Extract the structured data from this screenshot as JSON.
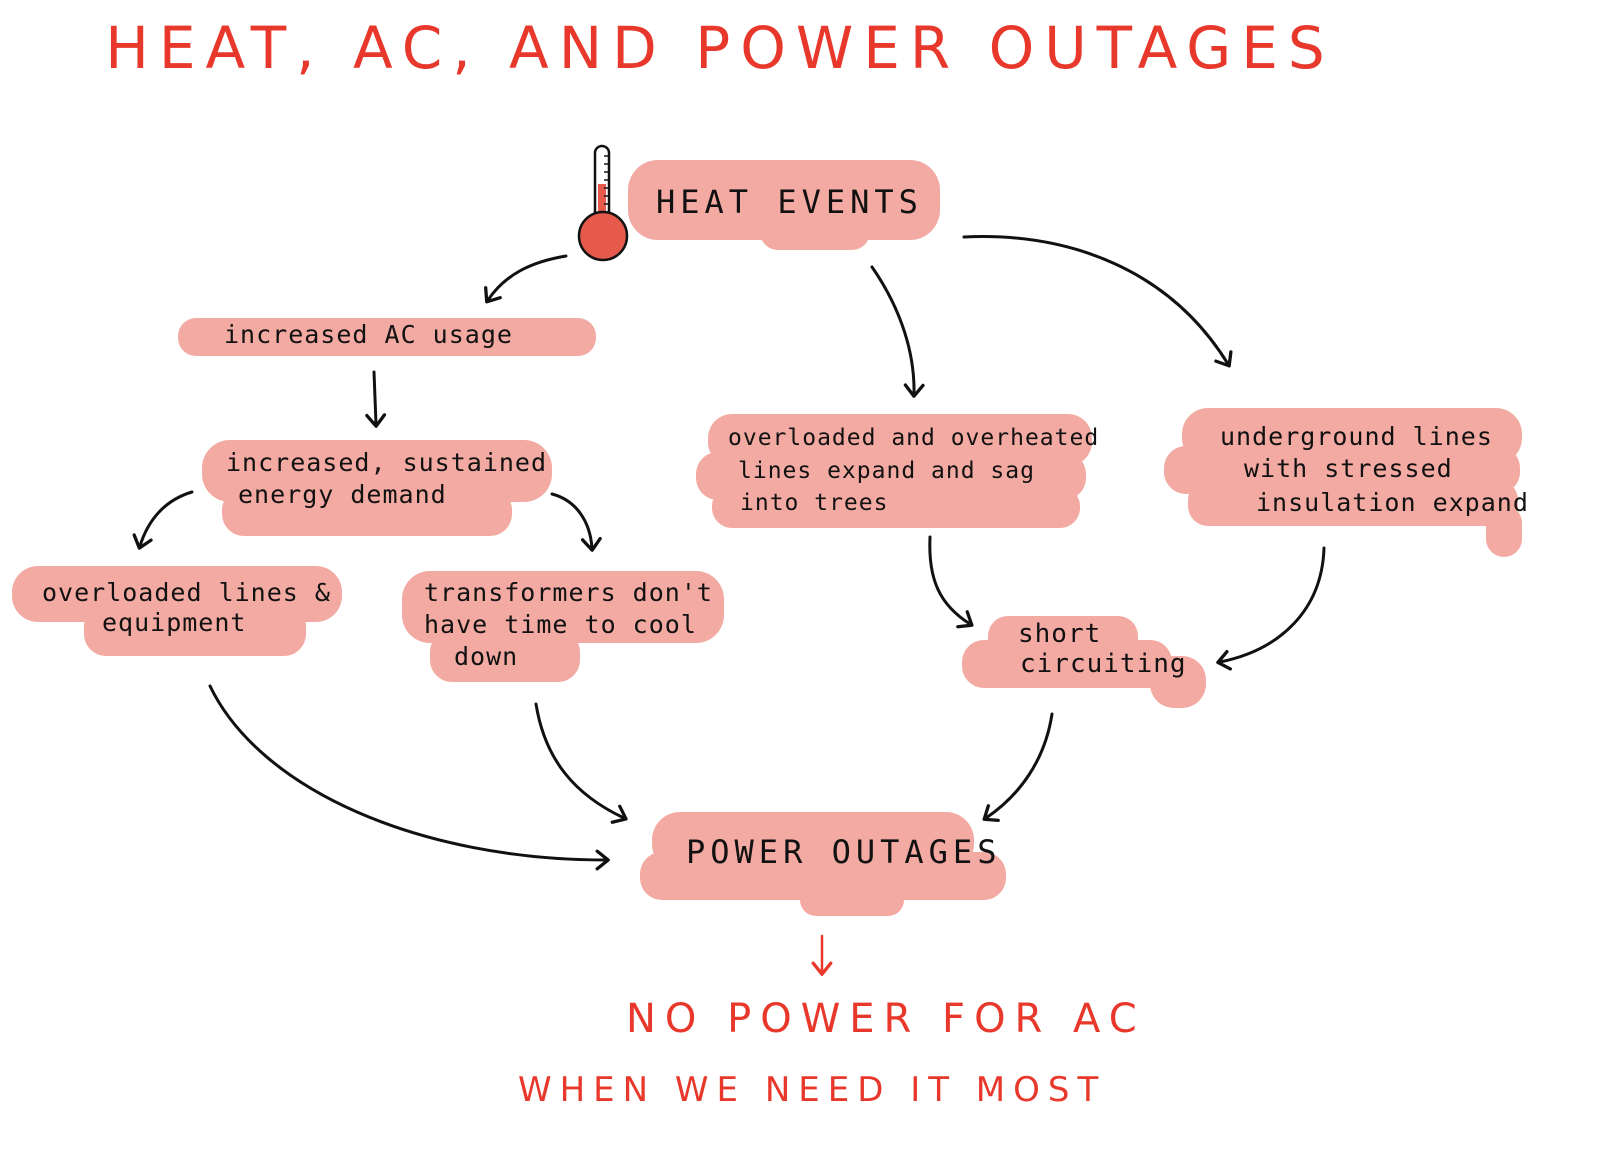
{
  "title": "HEAT, AC, AND POWER OUTAGES",
  "nodes": {
    "heat_events": "HEAT EVENTS",
    "increased_ac_usage": "increased AC usage",
    "energy_demand_line1": "increased, sustained",
    "energy_demand_line2": "energy demand",
    "overloaded_equipment_line1": "overloaded lines &",
    "overloaded_equipment_line2": "equipment",
    "transformers_line1": "transformers don't",
    "transformers_line2": "have time to cool",
    "transformers_line3": "down",
    "lines_sag_line1": "overloaded and overheated",
    "lines_sag_line2": "lines expand and sag",
    "lines_sag_line3": "into trees",
    "underground_line1": "underground lines",
    "underground_line2": "with stressed",
    "underground_line3": "insulation expand",
    "short_circuiting_line1": "short",
    "short_circuiting_line2": "circuiting",
    "power_outages": "POWER OUTAGES"
  },
  "conclusion": {
    "line1": "NO POWER FOR AC",
    "line2": "WHEN WE NEED IT MOST"
  },
  "colors": {
    "title_red": "#e8382b",
    "highlight_pink": "#f3aaa3",
    "thermometer_red": "#e65a4c",
    "arrow": "#111111"
  },
  "icons": [
    "thermometer-icon"
  ]
}
